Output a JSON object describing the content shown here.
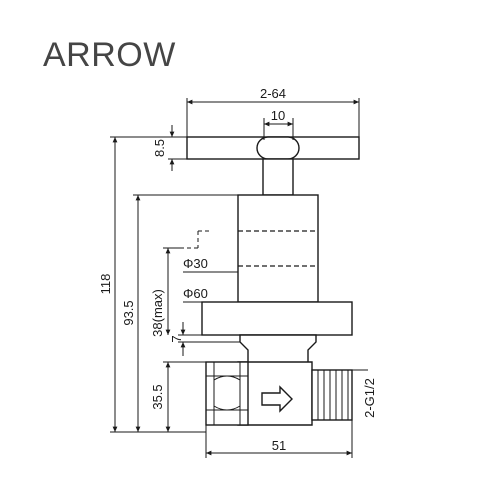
{
  "brand": "ARROW",
  "dimensions": {
    "handle_width": "2-64",
    "handle_slot": "10",
    "handle_thickness": "8.5",
    "total_height": "118",
    "body_height": "93.5",
    "max_height": "38(max)",
    "collar_height": "7",
    "base_height": "35.5",
    "inner_diameter": "Φ30",
    "flange_diameter": "Φ60",
    "thread": "2-G1/2",
    "base_width": "51"
  }
}
